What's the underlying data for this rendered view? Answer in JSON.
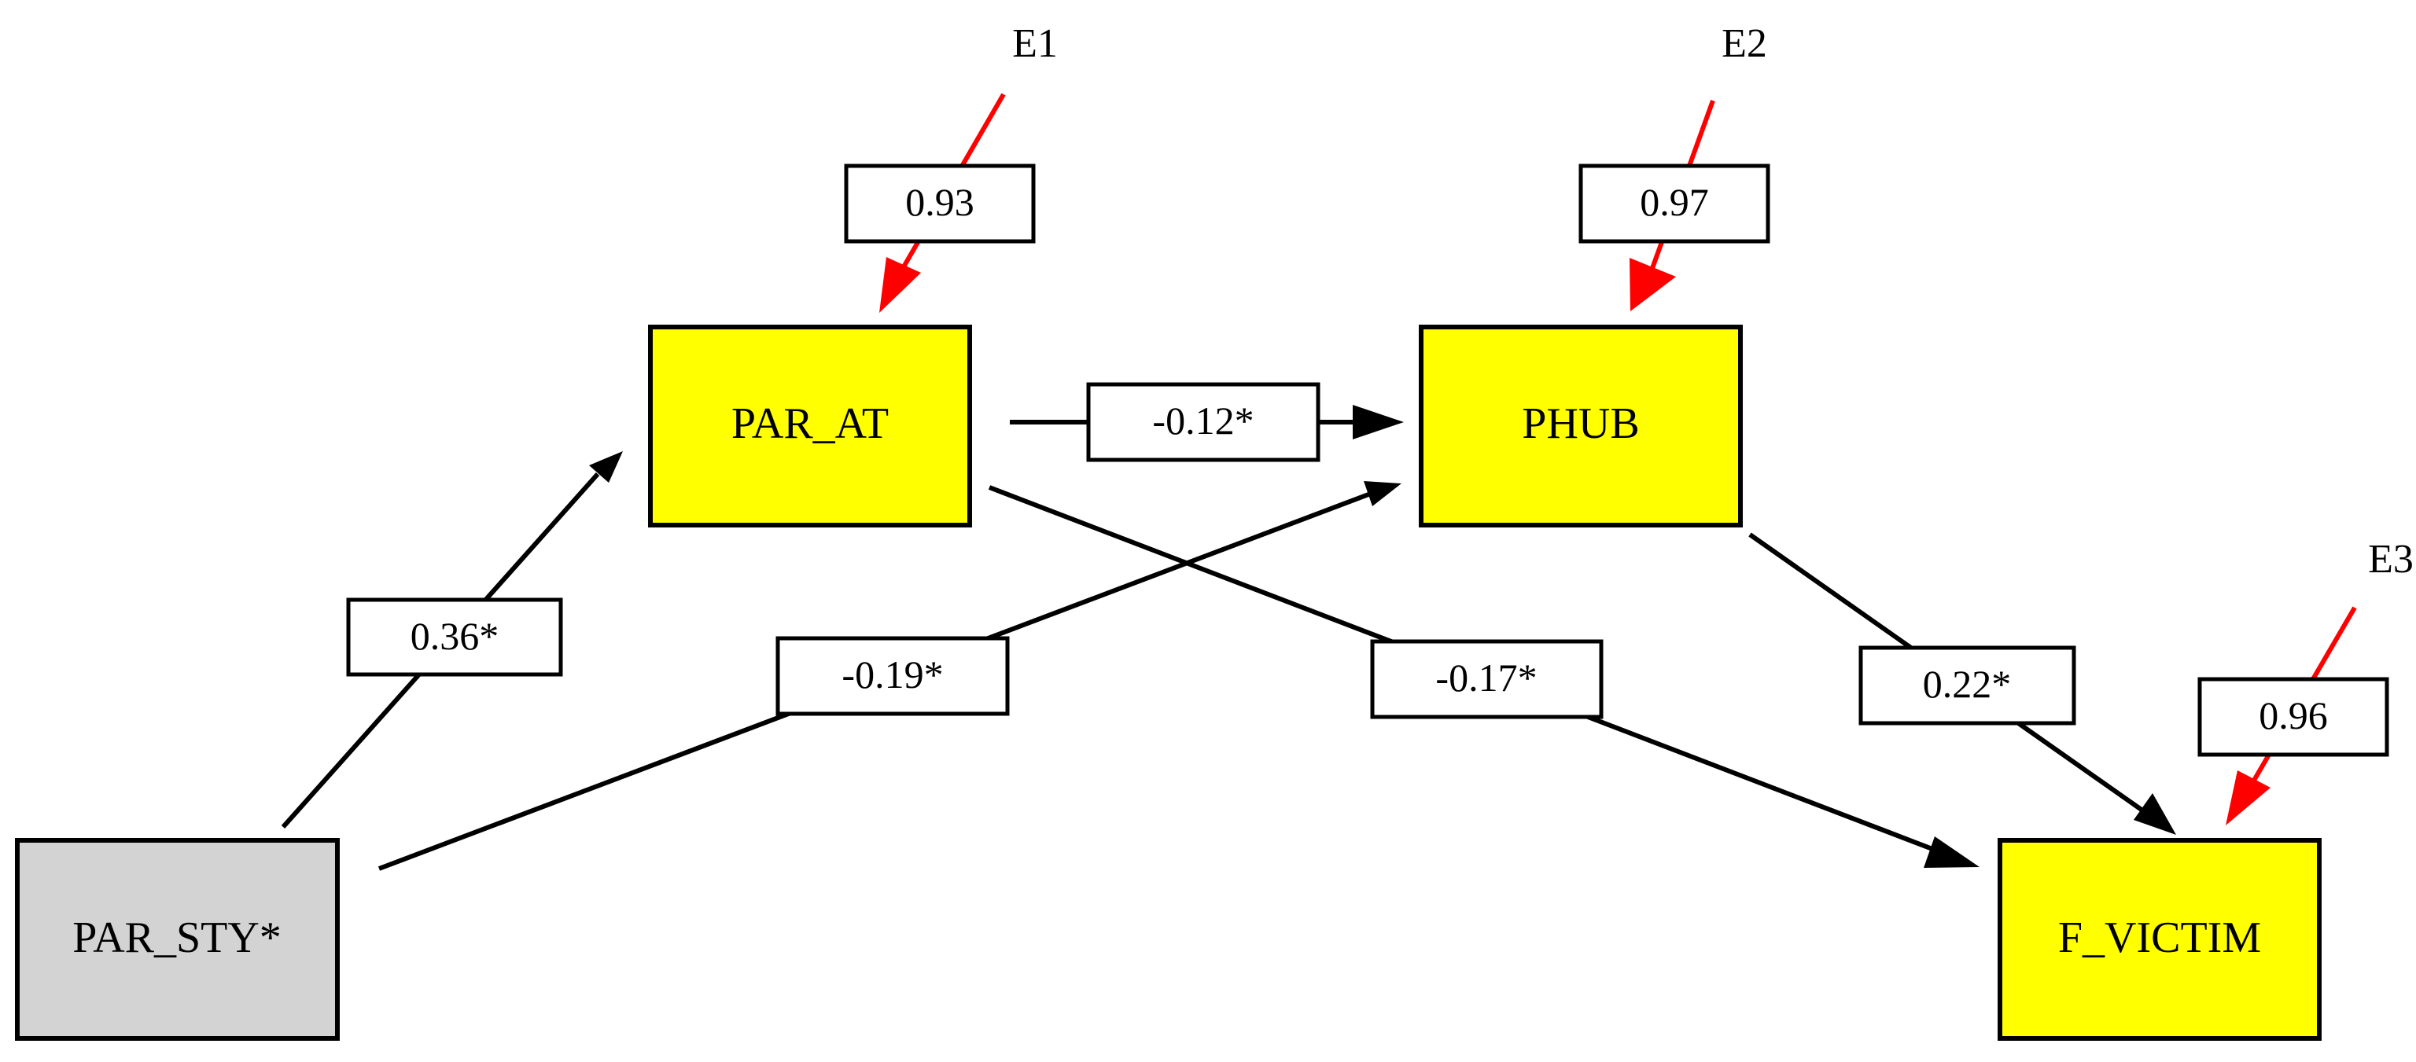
{
  "colors": {
    "endogenous_fill": "#ffff00",
    "exogenous_fill": "#d3d3d3",
    "error_arrow": "#ff0000",
    "path_arrow": "#000000",
    "label_fill": "#ffffff"
  },
  "nodes": {
    "par_sty": "PAR_STY*",
    "par_at": "PAR_AT",
    "phub": "PHUB",
    "f_victim": "F_VICTIM"
  },
  "errors": {
    "e1": {
      "label": "E1",
      "value": "0.93"
    },
    "e2": {
      "label": "E2",
      "value": "0.97"
    },
    "e3": {
      "label": "E3",
      "value": "0.96"
    }
  },
  "paths": {
    "par_sty_to_par_at": "0.36*",
    "par_sty_to_phub": "-0.19*",
    "par_at_to_phub": "-0.12*",
    "par_at_to_f_victim": "-0.17*",
    "phub_to_f_victim": "0.22*"
  }
}
